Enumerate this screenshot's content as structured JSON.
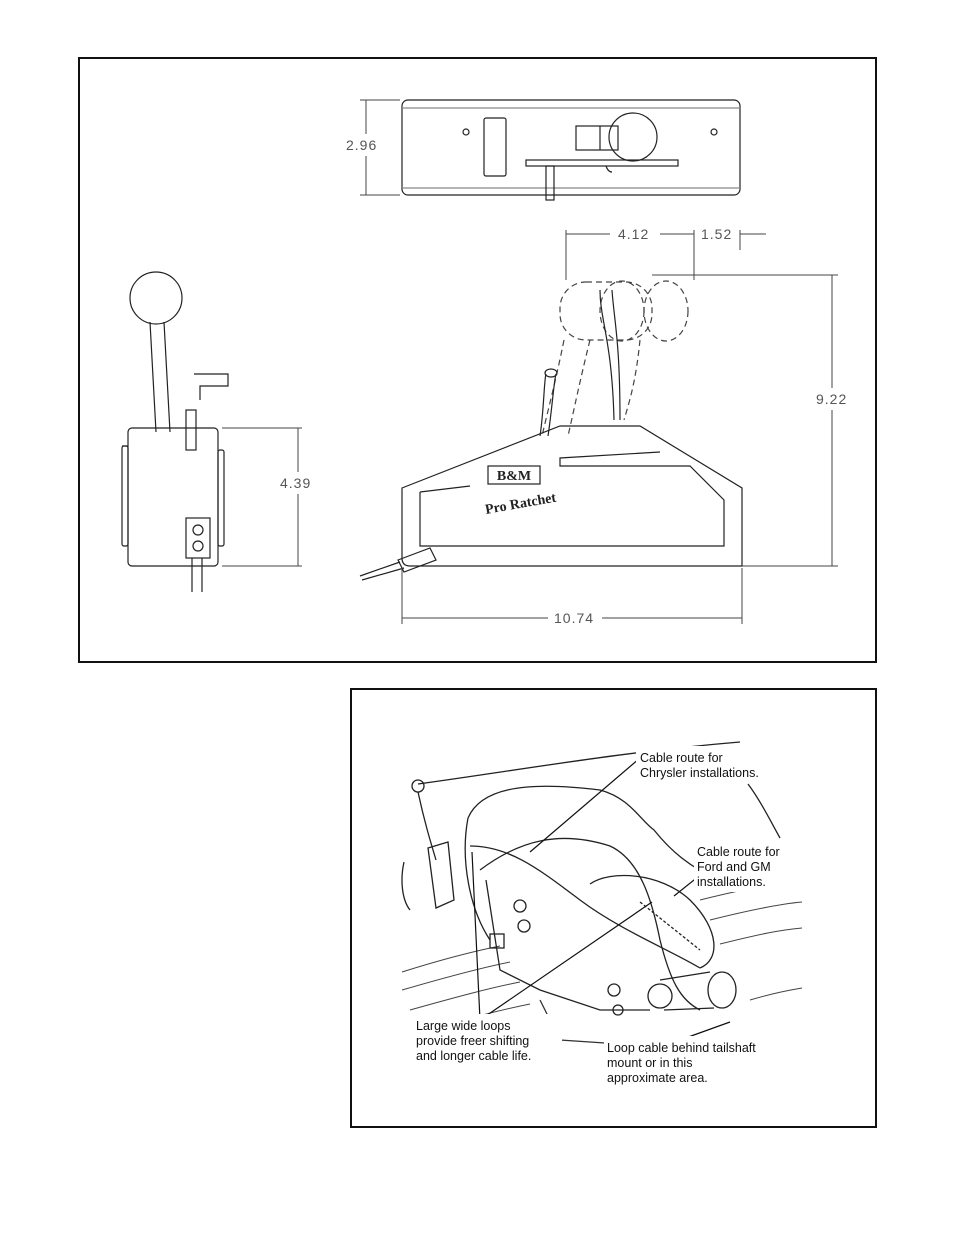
{
  "drawing": {
    "dimensions": {
      "top_height": "2.96",
      "side_height": "4.39",
      "lever_travel": "4.12",
      "lever_offset": "1.52",
      "overall_height": "9.22",
      "overall_length": "10.74"
    },
    "housing_text": {
      "brand": "B&M",
      "model": "Pro Ratchet"
    }
  },
  "installation": {
    "callouts": {
      "chrysler": [
        "Cable route for",
        "Chrysler installations."
      ],
      "ford_gm": [
        "Cable route for",
        "Ford and GM",
        "installations."
      ],
      "loops": [
        "Large wide loops",
        "provide freer shifting",
        "and longer cable life."
      ],
      "tailshaft": [
        "Loop cable behind tailshaft",
        "mount or in this",
        "approximate area."
      ]
    }
  }
}
